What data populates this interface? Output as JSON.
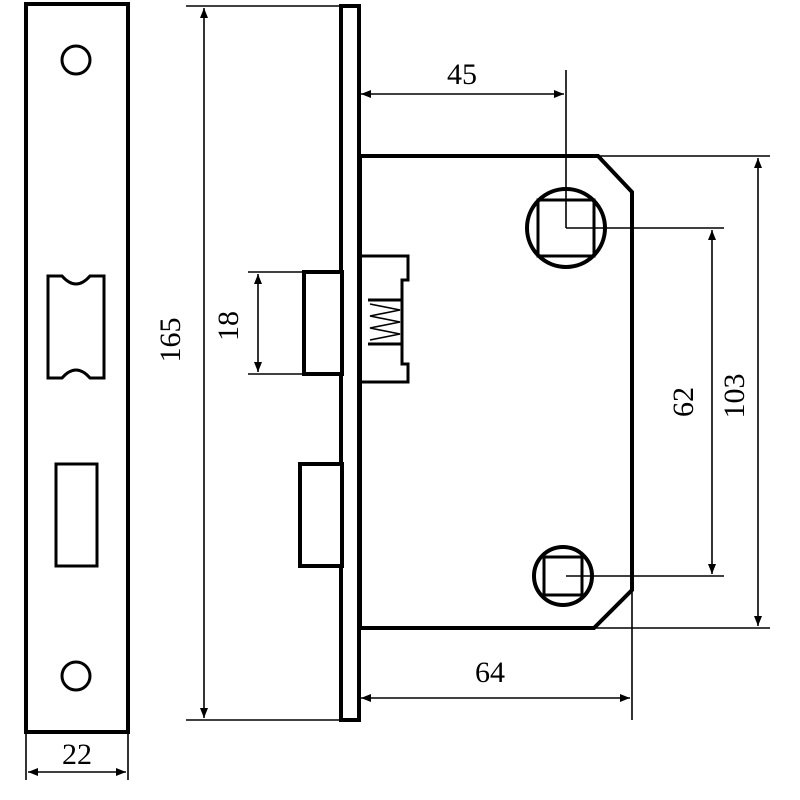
{
  "diagram": {
    "dimensions": {
      "faceplate_width": "22",
      "overall_height": "165",
      "latch_height": "18",
      "backset": "45",
      "spindle_spacing": "62",
      "case_height": "103",
      "case_depth": "64"
    }
  }
}
